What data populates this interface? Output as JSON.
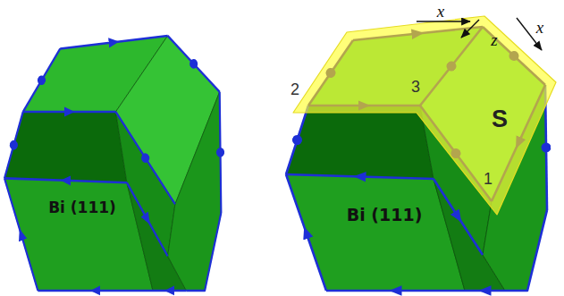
{
  "diagram": {
    "labels": [
      "Bi (111)",
      "x",
      "z",
      "x",
      "2",
      "3",
      "S",
      "1",
      "Bi (111)"
    ]
  }
}
